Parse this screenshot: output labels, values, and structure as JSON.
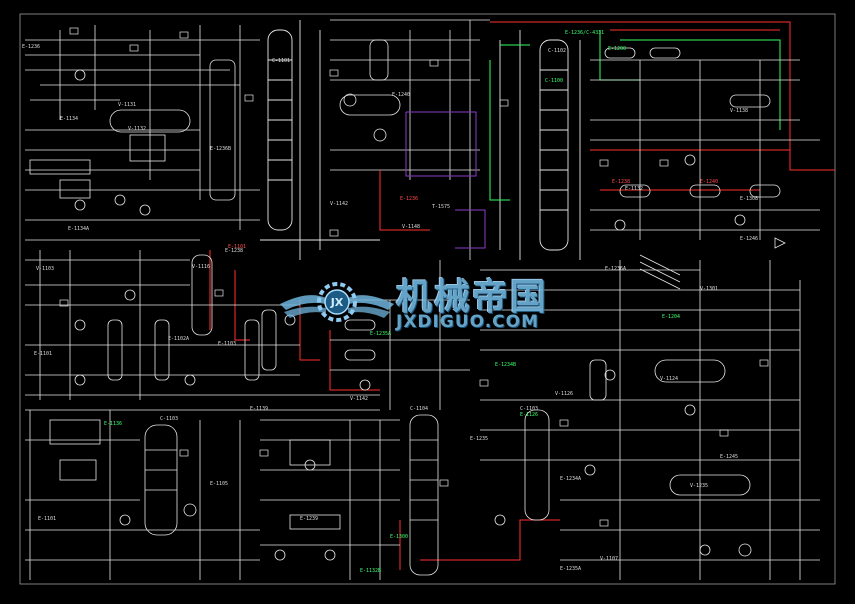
{
  "watermark": {
    "brand_cn": "机械帝国",
    "brand_en": "JXDIGUO.COM",
    "logo_text": "JX"
  },
  "colors": {
    "background": "#000000",
    "line": "#e6e6e6",
    "highlight_red": "#ff3030",
    "highlight_green": "#30ff60",
    "highlight_purple": "#8a3cc8",
    "watermark": "#6fb4dc"
  },
  "equipment_labels": [
    "E-1236",
    "E-1134",
    "V-1131",
    "C-1101",
    "E-1134A",
    "V-1132",
    "E-1236B",
    "T-1575",
    "E-1238",
    "E-1240",
    "C-1102",
    "V-1142",
    "V-1148",
    "E-1101",
    "E-1102A",
    "E-1103",
    "V-1142",
    "V-1126",
    "C-1103",
    "E-1235",
    "V-1116",
    "E-1246",
    "V-1103",
    "E-1139",
    "E-1236A",
    "V-1235",
    "E-1245",
    "C-1103",
    "E-1105",
    "V-1124",
    "C-1104",
    "E-1239",
    "V-1301",
    "E-1101",
    "E-1132",
    "E-1234A",
    "V-1107",
    "E-1235A",
    "E-1308",
    "V-1138"
  ],
  "green_labels": [
    "E-1236/C-4331",
    "E-1200",
    "E-1235A",
    "C-1100",
    "E-1204",
    "E-1136",
    "E-1234B",
    "E-1300",
    "E-1126",
    "E-1132B"
  ],
  "red_labels": [
    "E-1101",
    "E-1236",
    "E-1238",
    "E-1240"
  ]
}
